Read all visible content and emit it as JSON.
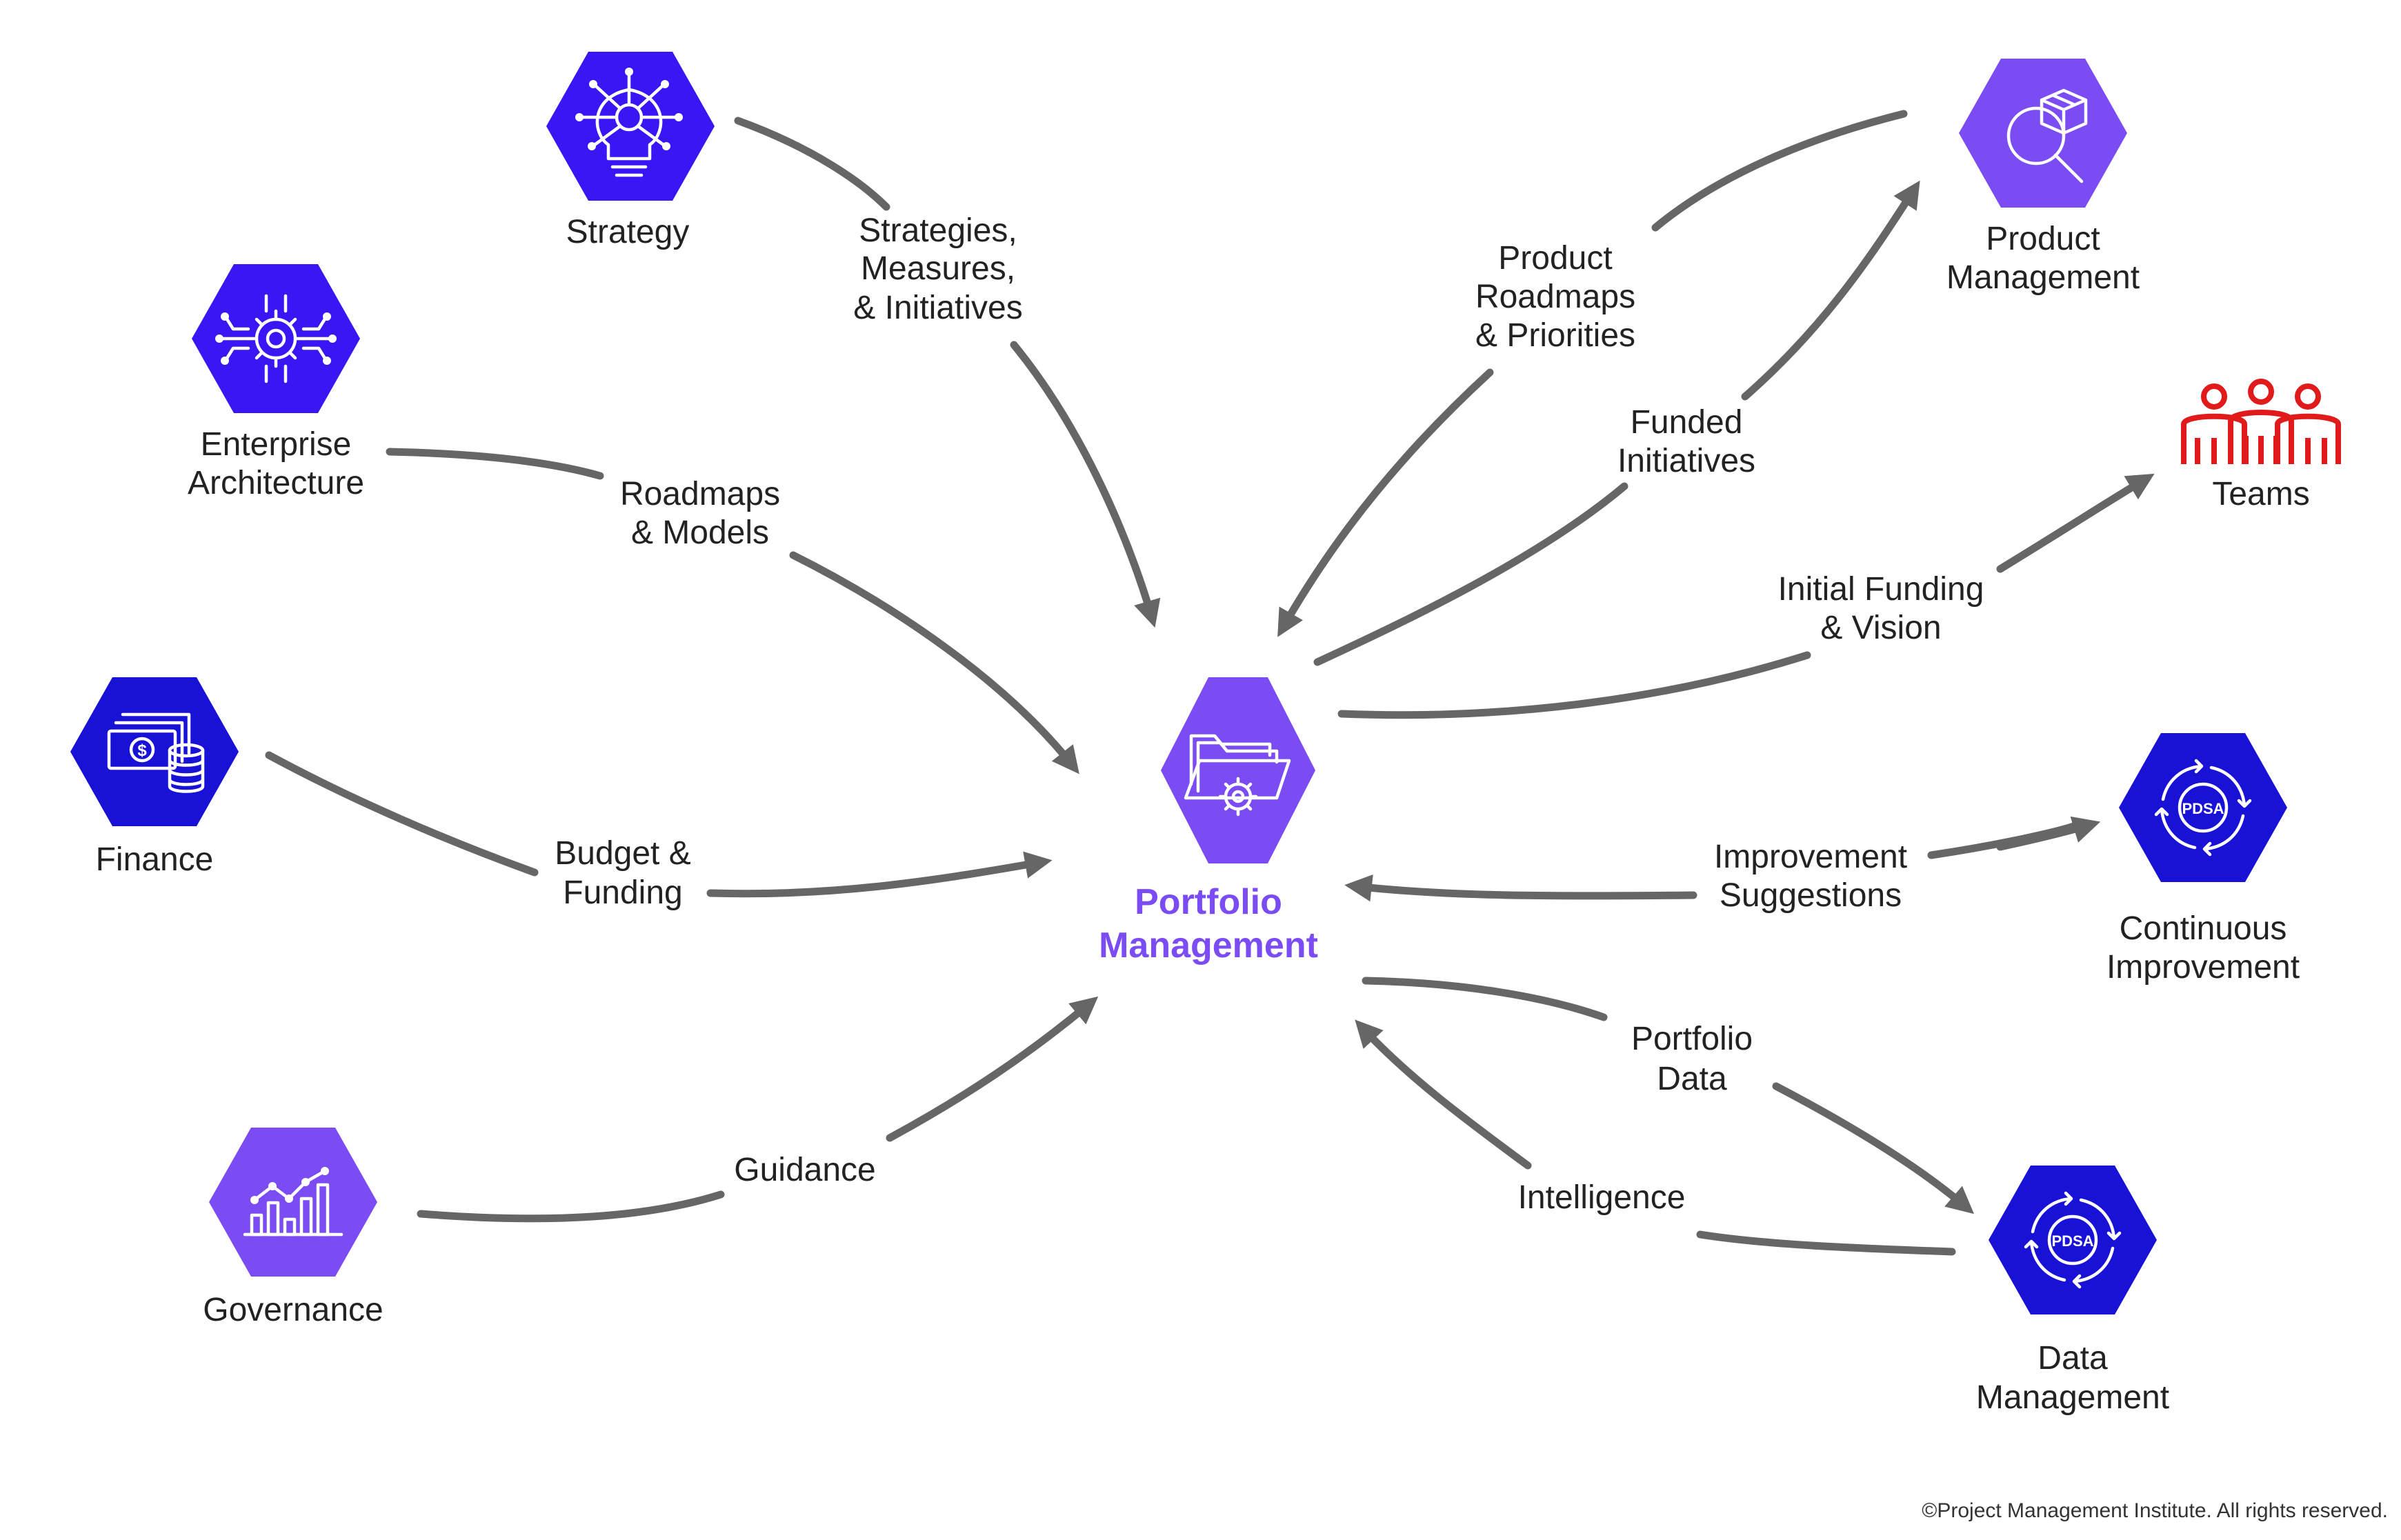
{
  "colors": {
    "hub": "#7B4CF3",
    "hub_text": "#7B4CF3",
    "strategy": "#3A16F5",
    "enterprise": "#3A16F5",
    "finance": "#1811D6",
    "governance": "#7B4CF3",
    "product": "#7B4CF3",
    "teams": "#E11B1B",
    "continuous": "#1811D6",
    "data": "#1811D6",
    "arrow": "#666666"
  },
  "nodes": {
    "hub": {
      "line1": "Portfolio",
      "line2": "Management",
      "icon": "folders-gear-icon"
    },
    "strategy": {
      "line1": "Strategy",
      "icon": "lightbulb-network-icon"
    },
    "enterprise": {
      "line1": "Enterprise",
      "line2": "Architecture",
      "icon": "circuit-gear-icon"
    },
    "finance": {
      "line1": "Finance",
      "icon": "cash-coins-icon"
    },
    "governance": {
      "line1": "Governance",
      "icon": "bar-chart-trend-icon"
    },
    "product": {
      "line1": "Product",
      "line2": "Management",
      "icon": "box-magnifier-icon"
    },
    "teams": {
      "line1": "Teams",
      "icon": "people-group-icon"
    },
    "continuous": {
      "line1": "Continuous",
      "line2": "Improvement",
      "icon": "pdsa-cycle-icon",
      "badge": "PDSA"
    },
    "data": {
      "line1": "Data",
      "line2": "Management",
      "icon": "pdsa-cycle-icon",
      "badge": "PDSA"
    }
  },
  "flows": {
    "strategies": {
      "line1": "Strategies,",
      "line2": "Measures,",
      "line3": "& Initiatives"
    },
    "roadmaps": {
      "line1": "Roadmaps",
      "line2": "& Models"
    },
    "budget": {
      "line1": "Budget &",
      "line2": "Funding"
    },
    "guidance": {
      "line1": "Guidance"
    },
    "product_roadmaps": {
      "line1": "Product",
      "line2": "Roadmaps",
      "line3": "& Priorities"
    },
    "funded": {
      "line1": "Funded",
      "line2": "Initiatives"
    },
    "initial_funding": {
      "line1": "Initial Funding",
      "line2": "& Vision"
    },
    "improvement": {
      "line1": "Improvement",
      "line2": "Suggestions"
    },
    "portfolio_data": {
      "line1": "Portfolio",
      "line2": "Data"
    },
    "intelligence": {
      "line1": "Intelligence"
    }
  },
  "footer": {
    "copyright": "©Project Management Institute. All rights reserved."
  }
}
